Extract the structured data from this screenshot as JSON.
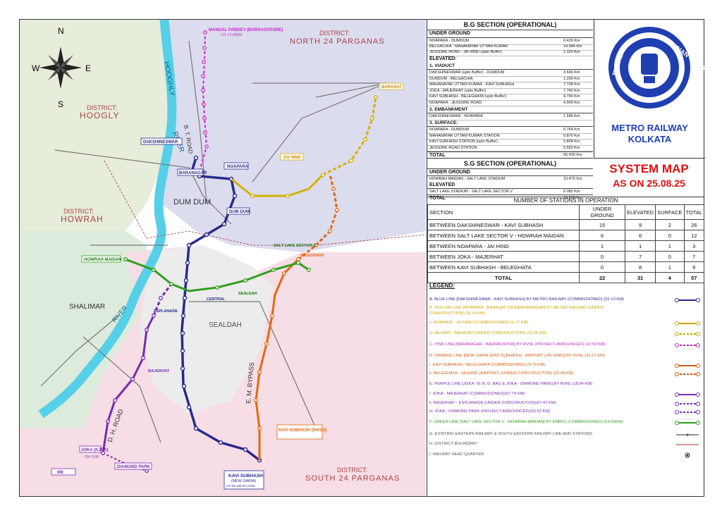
{
  "compass": {
    "n": "N",
    "e": "E",
    "s": "S",
    "w": "W"
  },
  "districts": {
    "hoogly": {
      "l1": "DISTRICT:",
      "l2": "HOOGLY"
    },
    "north24": {
      "l1": "DISTRICT:",
      "l2": "NORTH 24 PARGANAS"
    },
    "howrah": {
      "l1": "DISTRICT:",
      "l2": "HOWRAH"
    },
    "south24": {
      "l1": "DISTRICT:",
      "l2": "SOUTH 24 PARGANAS"
    }
  },
  "map_labels": {
    "river": "RIVER",
    "hooghly": "HOOGHLY",
    "river2": "RIVER",
    "dumdum": "DUM DUM",
    "sealdah": "SEALDAH",
    "shalimar": "SHALIMAR",
    "em_bypass": "E. M. BYPASS",
    "dh_road": "D. H. ROAD",
    "bt_road": "B. T. ROAD"
  },
  "stations": {
    "mangal_pandey": {
      "name": "MANGAL PANDEY (BARRACKPORE)",
      "ch": "CH: 12.80KM"
    },
    "dakshineswar": {
      "name": "DAKSHINESWAR"
    },
    "baranagar": {
      "name": "BARANAGAR"
    },
    "noapara": {
      "name": "NOAPARA"
    },
    "jai_hind": {
      "name": "JAI HIND"
    },
    "barasat": {
      "name": "BARASAT"
    },
    "dum_dum": {
      "name": "DUM DUM"
    },
    "howrah_maidan": {
      "name": "HOWRAH MAIDAN"
    },
    "esplanade": {
      "name": "ESPLANADE"
    },
    "sealdah_stn": {
      "name": "SEALDAH"
    },
    "central_stn": {
      "name": "CENTRAL"
    },
    "salt_lake_v": {
      "name": "SALT LAKE SECTOR-V"
    },
    "joka": {
      "name": "JOKA (KJRA)",
      "ch": "CH: 0.00"
    },
    "iim": {
      "name": "IIM"
    },
    "diamond_park": {
      "name": "DIAMOND PARK"
    },
    "kavi_subhash": {
      "name": "KAVI SUBHASH",
      "sub": "(NEW GARIA)",
      "ch": "CH:25.135 EX KOM"
    },
    "kavi_subhash_kkso": {
      "name": "KAVI SUBHASH (KKSO)"
    },
    "majerhat": {
      "name": "MAJERHAT"
    },
    "beleghata": {
      "name": "BELEGHATA"
    }
  },
  "bg_section": {
    "title": "B.G SECTION (OPERATIONAL)",
    "underground": "UNDER GROUND",
    "ug_rows": [
      {
        "label": "NOAPARA - DUMDUM",
        "val": "0.426 Km"
      },
      {
        "label": "BELGACHIA - MAHANAYAK UTTAM KUMAR",
        "val": "14.984 Km"
      },
      {
        "label": "JESSORE ROAD - JAI HIND (upto Buffer)",
        "val": "1.320 Km"
      }
    ],
    "elevated": "ELEVATED:",
    "viaduct": "1. VIADUCT",
    "viaduct_rows": [
      {
        "label": "DAKSHINESWAR (upto Buffer) - DUMDUM",
        "val": "3.696 Km"
      },
      {
        "label": "DUMDUM - BELGACHIA",
        "val": "1.200 Km"
      },
      {
        "label": "MAHANAYAK UTTAM KUMAR - KAVI SUBHASH",
        "val": "7.738 Km"
      },
      {
        "label": "JOKA - MAJERHAT (upto Buffer)",
        "val": "7.740 Km"
      },
      {
        "label": "KAVI SUBHASH - BELEGHATA (upto Buffer)",
        "val": "9.790 Km"
      },
      {
        "label": "NOAPARA - JESSORE ROAD",
        "val": "4.900 Km"
      }
    ],
    "embankment": "2. EMBANKMENT",
    "emb_rows": [
      {
        "label": "DAKSHINESWAR - NOAPARA",
        "val": "1.546 Km"
      }
    ],
    "surface": "3. SURFACE:",
    "surf_rows": [
      {
        "label": "NOAPARA - DUMDUM",
        "val": "0.764 Km"
      },
      {
        "label": "MAHANAYAK UTTAM KUMAR STATION",
        "val": "0.870 Km"
      },
      {
        "label": "KAVI SUBHASH STATION (upto Buffer)",
        "val": "0.808 Km"
      },
      {
        "label": "JESSORE ROAD STATION",
        "val": "0.550 Km"
      }
    ],
    "total_label": "TOTAL",
    "total_val": "56.430 Km"
  },
  "sg_section": {
    "title": "S.G SECTION (OPERATIONAL)",
    "underground": "UNDER GROUND",
    "ug_rows": [
      {
        "label": "HOWRAH MAIDAN - SALT LAKE STADIUM",
        "val": "10.470 Km"
      }
    ],
    "elevated": "ELEVATED",
    "el_rows": [
      {
        "label": "SALT LAKE STADIUM - SALT LAKE SECTOR V",
        "val": "6.080 Km"
      }
    ],
    "total_label": "TOTAL",
    "total_val": "16.550 Km"
  },
  "logo": {
    "text_top": "INDIAN RAILWAYS",
    "text_hindi": "भारतीय रेल",
    "name_l1": "METRO RAILWAY",
    "name_l2": "KOLKATA"
  },
  "system_map": {
    "l1": "SYSTEM MAP",
    "l2": "AS ON 25.08.25"
  },
  "stations_table": {
    "title": "NUMBER OF STATIONS IN OPERATION",
    "headers": [
      "SECTION",
      "UNDER GROUND",
      "ELEVATED",
      "SURFACE",
      "TOTAL"
    ],
    "rows": [
      [
        "BETWEEN DAKSHINESWAR - KAVI SUBHASH",
        "15",
        "9",
        "2",
        "26"
      ],
      [
        "BETWEEN SALT LAKE SECTOR V - HOWRAH MAIDAN",
        "6",
        "6",
        "0",
        "12"
      ],
      [
        "BETWEEN NOAPARA - JAI HIND",
        "1",
        "1",
        "1",
        "3"
      ],
      [
        "BETWEEN JOKA - MAJERHAT",
        "0",
        "7",
        "0",
        "7"
      ],
      [
        "BETWEEN KAVI SUBHASH - BELEGHATA",
        "0",
        "8",
        "1",
        "9"
      ]
    ],
    "total": [
      "TOTAL",
      "22",
      "31",
      "4",
      "57"
    ]
  },
  "legend": {
    "title": "LEGEND:",
    "items": [
      {
        "text": "A. BLUE LINE [DAKSHINESWAR - KAVI SUBHASH] BY METRO RAILWAY (COMMISSIONED) (32.13 KM)",
        "color": "#2a2a8c"
      },
      {
        "text": "B. YELLOW LINE [NOAPARA - BARASAT VIA BIMANBANDAR] BY METRO RAILWAY (UNDER",
        "color": "#c9a400"
      },
      {
        "text": "CONSTRUCTION] (18.13 KM)",
        "color": "#c9a400"
      },
      {
        "text": "i) NOAPARA - JAI HIND (COMMISSIONED) (6.77 KM)",
        "color": "#c9a400"
      },
      {
        "text": "ii) JAI HIND - BARASAT (UNDER CONSTRUCTION) (11.36 KM)",
        "color": "#c9a400"
      },
      {
        "text": "C. PINK LINE [BARANAGAR - BARRACKPUR] BY RVNL (PROJECT ANNOUNCED) (12.50 KM)",
        "color": "#c020c0"
      },
      {
        "text": "D. ORANGE LINE [NEW GARIA (KAVI SUBHASH) - AIRPORT (JAI HIND)] BY RVNL (32.07 KM)",
        "color": "#d25a10"
      },
      {
        "text": "i. KAVI SUBHASH - BELEGHATA (COMMISSIONED) (9.79 KM)",
        "color": "#d25a10"
      },
      {
        "text": "ii. BELEGHATA - JAI HIND (AIRPORT) (UNDER CONSTRUCTION) (22.28 KM)",
        "color": "#d25a10"
      },
      {
        "text": "E. PURPLE LINE [JOKA - B. B. D. BAG & JOKA - DIAMOND PARK] BY RVNL (18.84 KM)",
        "color": "#7a2ab0"
      },
      {
        "text": "i. JOKA - MAJERHAT (COMMISSIONED)(07.74 KM)",
        "color": "#7a2ab0"
      },
      {
        "text": "ii. MAJERHAT - ESPLANADE (UNDER CONSTRUCTION)(07.47 KM)",
        "color": "#7a2ab0"
      },
      {
        "text": "iii. JOKA - DIAMOND PARK (PROJECT ANNOUNCED)(03.63 KM)",
        "color": "#7a2ab0"
      },
      {
        "text": "F. GREEN LINE [SALT LAKE SECTOR-V - HOWRAH MAIDAN] BY KMRCL (COMMISSIONED) (16.55KM)",
        "color": "#2e9a1a"
      },
      {
        "text": "G. EXISTING EASTERN RAILWAY & SOUTH EASTERN RAILWAY LINE AND STATIONS",
        "color": "#555555"
      },
      {
        "text": "H. DISTRICT BOUNDARY",
        "color": "#555555"
      },
      {
        "text": "I. RAILWAY HEAD QUARTER",
        "color": "#555555"
      }
    ]
  },
  "colors": {
    "blue_line": "#2a2a8c",
    "yellow_line": "#d4b000",
    "pink_line": "#cc22cc",
    "orange_line": "#e06a10",
    "purple_line": "#7a2ab0",
    "green_line": "#2fa01c",
    "river": "#56d0e8",
    "red": "#d11111"
  }
}
